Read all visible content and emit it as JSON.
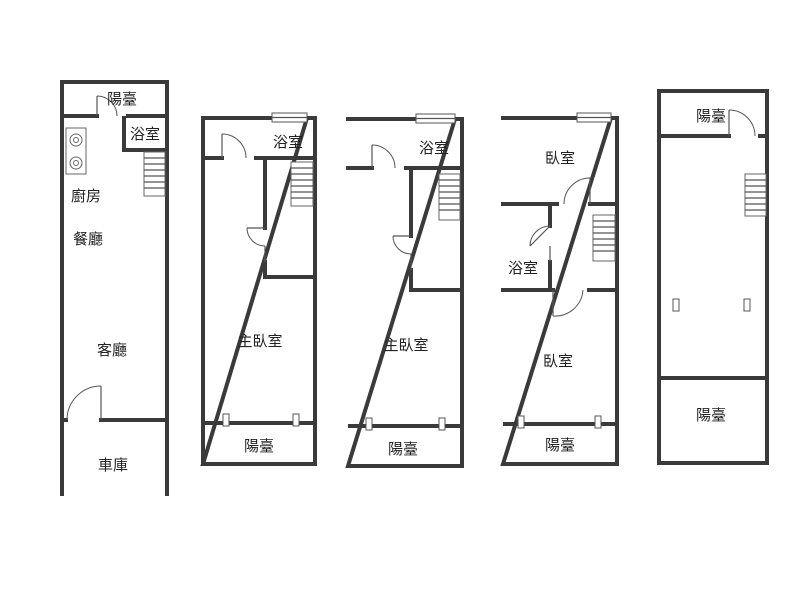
{
  "floors": [
    {
      "labels": {
        "balcony": "陽臺",
        "bath": "浴室",
        "kitchen": "廚房",
        "dining": "餐廳",
        "living": "客廳",
        "garage": "車庫"
      }
    },
    {
      "labels": {
        "bath": "浴室",
        "master_bedroom": "主臥室",
        "balcony": "陽臺"
      }
    },
    {
      "labels": {
        "bath": "浴室",
        "master_bedroom": "主臥室",
        "balcony": "陽臺"
      }
    },
    {
      "labels": {
        "bedroom_top": "臥室",
        "bath": "浴室",
        "bedroom_bottom": "臥室",
        "balcony": "陽臺"
      }
    },
    {
      "labels": {
        "balcony_top": "陽臺",
        "balcony_bottom": "陽臺"
      }
    }
  ]
}
